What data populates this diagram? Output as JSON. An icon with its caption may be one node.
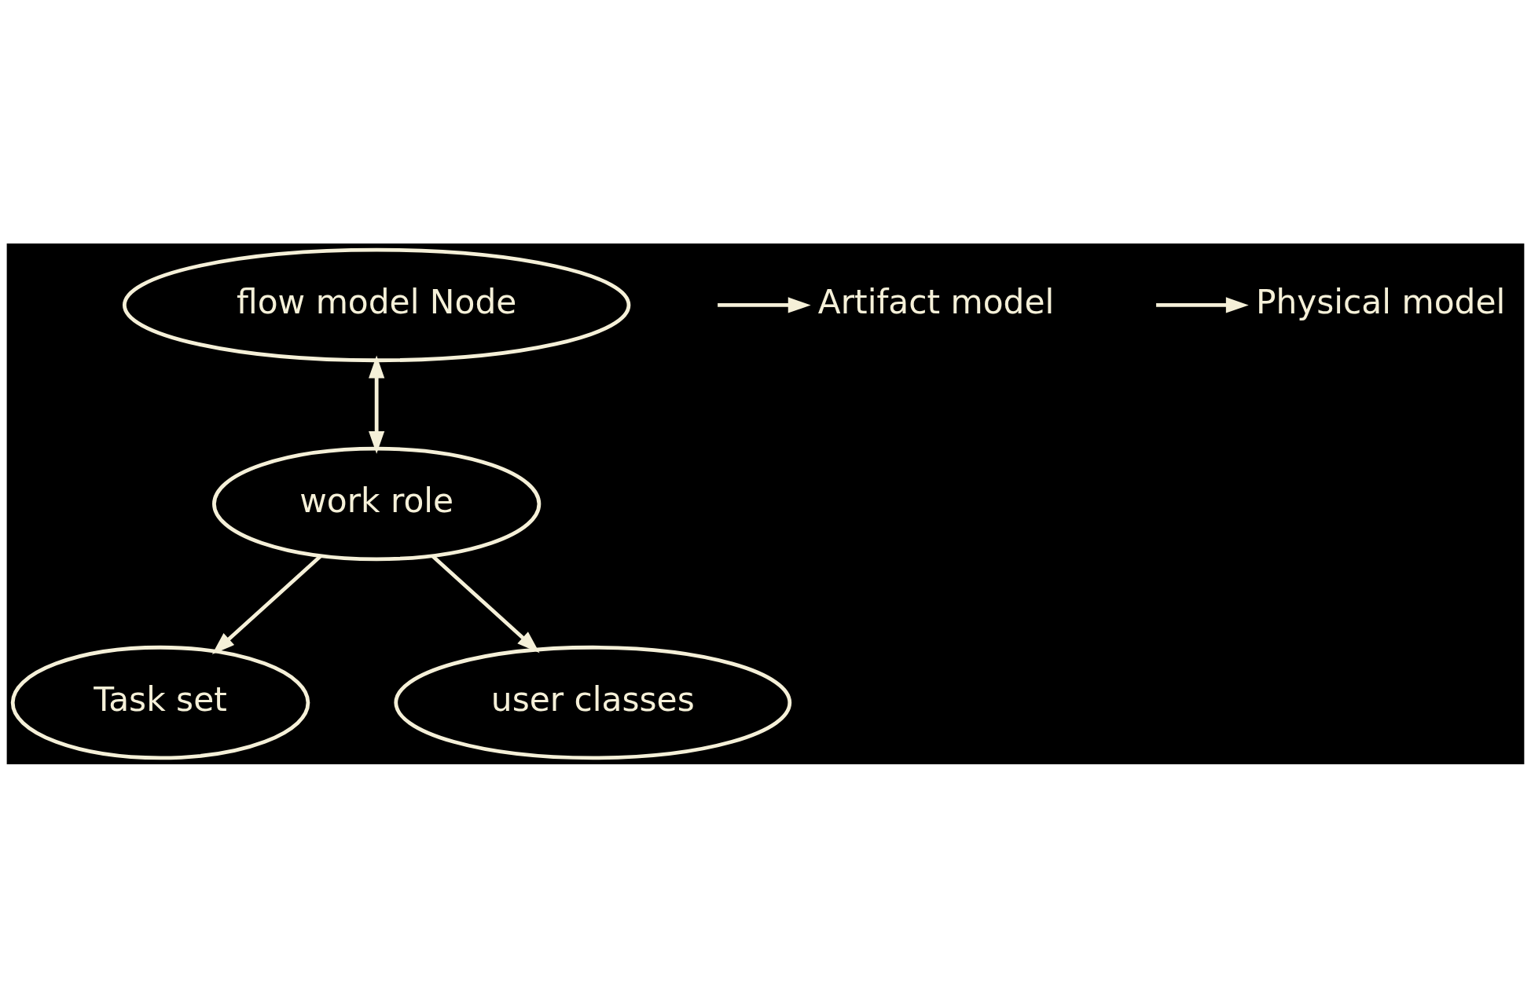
{
  "diagram": {
    "nodes": [
      {
        "text": [
          "flow model Node"
        ]
      },
      {
        "text": [
          "Artifact model"
        ]
      },
      {
        "text": [
          "Physical model"
        ]
      },
      {
        "text": [
          "work role"
        ]
      },
      {
        "text": [
          "Task set"
        ]
      },
      {
        "text": [
          "user classes"
        ]
      }
    ],
    "edges": [
      {
        "from": null,
        "to": 1,
        "arrow": "to"
      },
      {
        "from": null,
        "to": 2,
        "arrow": "to"
      },
      {
        "from": 0,
        "to": 3,
        "arrow": "both"
      },
      {
        "from": 3,
        "to": 4,
        "arrow": "to"
      },
      {
        "from": 3,
        "to": 5,
        "arrow": "to"
      }
    ]
  }
}
